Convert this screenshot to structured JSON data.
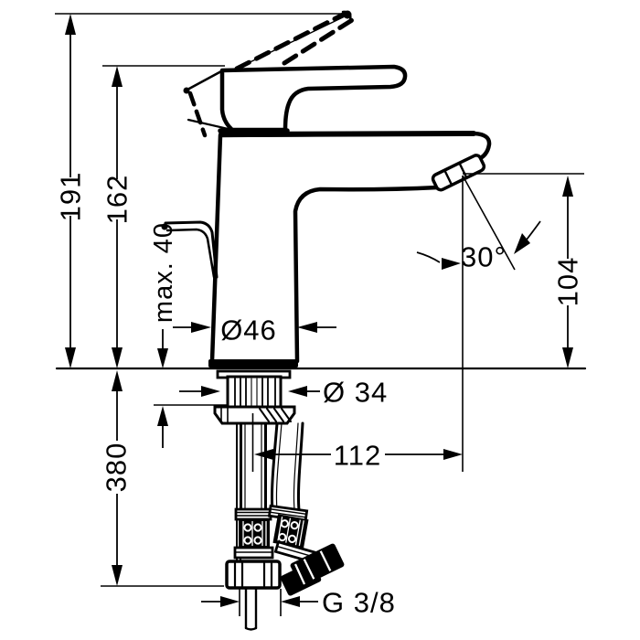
{
  "drawing": {
    "kind": "technical-dimension-drawing",
    "colors": {
      "line": "#000000",
      "background": "#ffffff"
    },
    "labels": {
      "overall_height": "191",
      "body_top_height": "162",
      "max_deck_thickness": "max. 40",
      "body_diameter": "Ø46",
      "spout_angle": "30°",
      "outlet_height": "104",
      "shank_diameter": "Ø 34",
      "hose_drop": "380",
      "spout_reach": "112",
      "connection_thread": "G 3/8"
    }
  }
}
